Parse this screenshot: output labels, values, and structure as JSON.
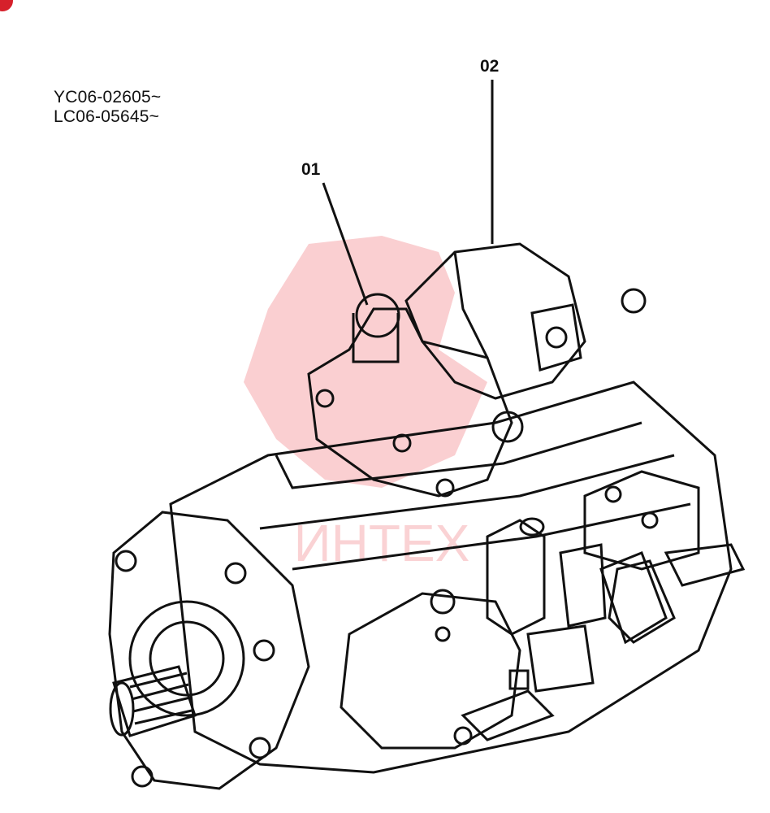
{
  "serial_ranges": [
    "YC06-02605~",
    "LC06-05645~"
  ],
  "callouts": [
    {
      "id": "01"
    },
    {
      "id": "02"
    }
  ],
  "watermark": {
    "text": "ИНТЕХ",
    "color": "#e8262f"
  },
  "line_color": "#111111",
  "icons": [
    "gear-watermark-icon"
  ]
}
